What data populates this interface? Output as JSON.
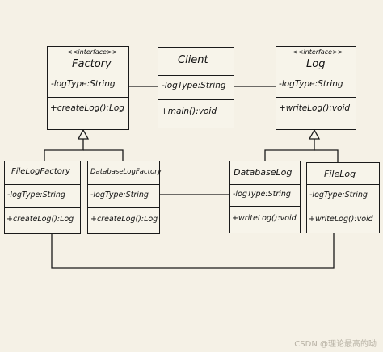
{
  "factory": {
    "stereotype": "<<interface>>",
    "name": "Factory",
    "attribute": "-logType:String",
    "method": "+createLog():Log"
  },
  "client": {
    "name": "Client",
    "attribute": "-logType:String",
    "method": "+main():void"
  },
  "log": {
    "stereotype": "<<interface>>",
    "name": "Log",
    "attribute": "-logType:String",
    "method": "+writeLog():void"
  },
  "filelog_factory": {
    "name": "FileLogFactory",
    "attribute": "-logType:String",
    "method": "+createLog():Log"
  },
  "databaselog_factory": {
    "name": "DatabaseLogFactory",
    "attribute": "-logType:String",
    "method": "+createLog():Log"
  },
  "databaselog": {
    "name": "DatabaseLog",
    "attribute": "-logType:String",
    "method": "+writeLog():void"
  },
  "filelog": {
    "name": "FileLog",
    "attribute": "-logType:String",
    "method": "+writeLog():void"
  },
  "watermark": "CSDN @理论最高的呦"
}
